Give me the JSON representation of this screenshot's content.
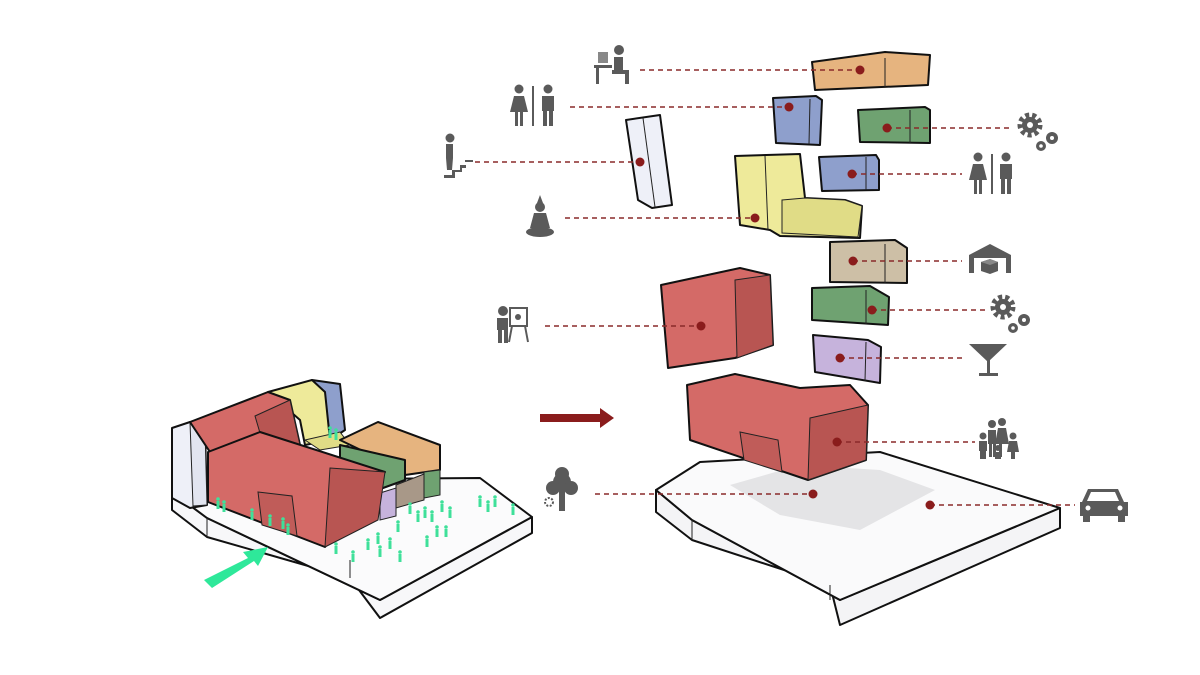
{
  "colors": {
    "red": "#d46a67",
    "red_dark": "#b85552",
    "yellow": "#eeea9a",
    "blue": "#8e9fcc",
    "green": "#6fa271",
    "orange": "#e6b47f",
    "beige": "#cdbfa6",
    "purple": "#c6b3dc",
    "white_block": "#eef0f8",
    "leader": "#8a2a2a",
    "arrow_transition": "#8a1c1c",
    "arrow_entry": "#2ee89a",
    "icon": "#5a5a5a"
  },
  "program_links": [
    {
      "block": "orange-office",
      "icon": "desk-worker-icon"
    },
    {
      "block": "blue-restroom-upper",
      "icon": "restroom-icon"
    },
    {
      "block": "green-mechanical-upper",
      "icon": "gears-icon"
    },
    {
      "block": "white-circulation",
      "icon": "stairs-icon"
    },
    {
      "block": "blue-restroom-lower",
      "icon": "restroom-icon"
    },
    {
      "block": "yellow-meditation",
      "icon": "meditation-icon"
    },
    {
      "block": "beige-storage",
      "icon": "warehouse-icon"
    },
    {
      "block": "green-mechanical-lower",
      "icon": "gears-icon"
    },
    {
      "block": "red-studio",
      "icon": "artist-easel-icon"
    },
    {
      "block": "purple-bar",
      "icon": "cocktail-icon"
    },
    {
      "block": "red-community",
      "icon": "family-icon"
    },
    {
      "block": "landscape",
      "icon": "tree-icon"
    },
    {
      "block": "parking",
      "icon": "car-icon"
    }
  ]
}
